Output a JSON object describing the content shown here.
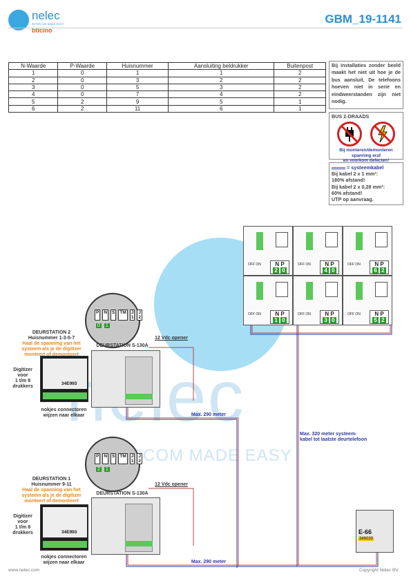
{
  "header": {
    "brand": "nelec",
    "tagline": "INTERCOM MADE EASY",
    "partner": "bticino",
    "doc_code": "GBM_19-1141"
  },
  "table": {
    "headers": [
      "N-Waarde",
      "P-Waarde",
      "Huisnummer",
      "Aansluiting beldrukker",
      "Buitenpost"
    ],
    "rows": [
      [
        "1",
        "0",
        "1",
        "1",
        "2"
      ],
      [
        "2",
        "0",
        "3",
        "2",
        "2"
      ],
      [
        "3",
        "0",
        "5",
        "3",
        "2"
      ],
      [
        "4",
        "0",
        "7",
        "4",
        "2"
      ],
      [
        "5",
        "2",
        "9",
        "5",
        "1"
      ],
      [
        "6",
        "2",
        "11",
        "6",
        "1"
      ]
    ]
  },
  "notes": {
    "install": "Bij installaties zonder beeld maakt het niet uit hoe je de bus aansluit. De telefoons hoeven niet in serie en eindweerstanden zijn niet nodig.",
    "bus_title": "BUS 2-DRAADS",
    "bus_warning_1": "Bij monteren/demonteren",
    "bus_warning_2": "spanning eraf",
    "bus_warning_3": "en voorkom defecten!",
    "cable_legend": "= systeemkabel",
    "cable_1": "Bij kabel 2 x 1 mm²:",
    "cable_2": "180% afstand!",
    "cable_3": "Bij kabel 2 x 0,28 mm²:",
    "cable_4": "60% afstand!",
    "cable_5": "UTP op aanvraag."
  },
  "watermark": {
    "text": "nelec",
    "sub": "INTERCOM MADE EASY"
  },
  "diagram": {
    "phones": [
      {
        "n": "2",
        "p": "0"
      },
      {
        "n": "4",
        "p": "0"
      },
      {
        "n": "6",
        "p": "2"
      },
      {
        "n": "1",
        "p": "0"
      },
      {
        "n": "3",
        "p": "0"
      },
      {
        "n": "5",
        "p": "2"
      }
    ],
    "offon": "OFF ON",
    "np_n": "N",
    "np_p": "P",
    "station2": {
      "title": "DEURSTATION 2",
      "houses": "Huisnummer 1-3-5-7",
      "warn1": "Haal de spanning van het",
      "warn2": "systeem als je de digitizer",
      "warn3": "monteert of demonteert",
      "model": "DEURSTATION S-130A",
      "opener": "12 Vdc opener",
      "digitizer": "Digitizer",
      "voor": "voor",
      "range": "1 t/m 8",
      "drukkers": "drukkers",
      "code": "34E993",
      "nokjes1": "nokjes connectoren",
      "nokjes2": "wijzen naar elkaar",
      "dip": [
        "0",
        "1"
      ]
    },
    "station1": {
      "title": "DEURSTATION 1",
      "houses": "Huisnummer 9-11",
      "warn1": "Haal de spanning van het",
      "warn2": "systeem als je de digitizer",
      "warn3": "monteert of demonteert",
      "model": "DEURSTATION S-130A",
      "opener": "12 Vdc opener",
      "digitizer": "Digitizer",
      "voor": "voor",
      "range": "1 t/m 8",
      "drukkers": "drukkers",
      "code": "34E993",
      "nokjes1": "nokjes connectoren",
      "nokjes2": "wijzen naar elkaar",
      "dip": [
        "2",
        "1"
      ]
    },
    "dip_labels": [
      "P",
      "N",
      "S",
      "TM",
      "J 1",
      "J 2"
    ],
    "max290": "Max. 290 meter",
    "max320_1": "Max. 320 meter systeem-",
    "max320_2": "kabel tot laatste deurtelefoon",
    "psu_model": "E-66",
    "psu_code": "346030"
  },
  "footer": {
    "left": "www.nelec.com",
    "right": "Copyright Nelec BV"
  }
}
